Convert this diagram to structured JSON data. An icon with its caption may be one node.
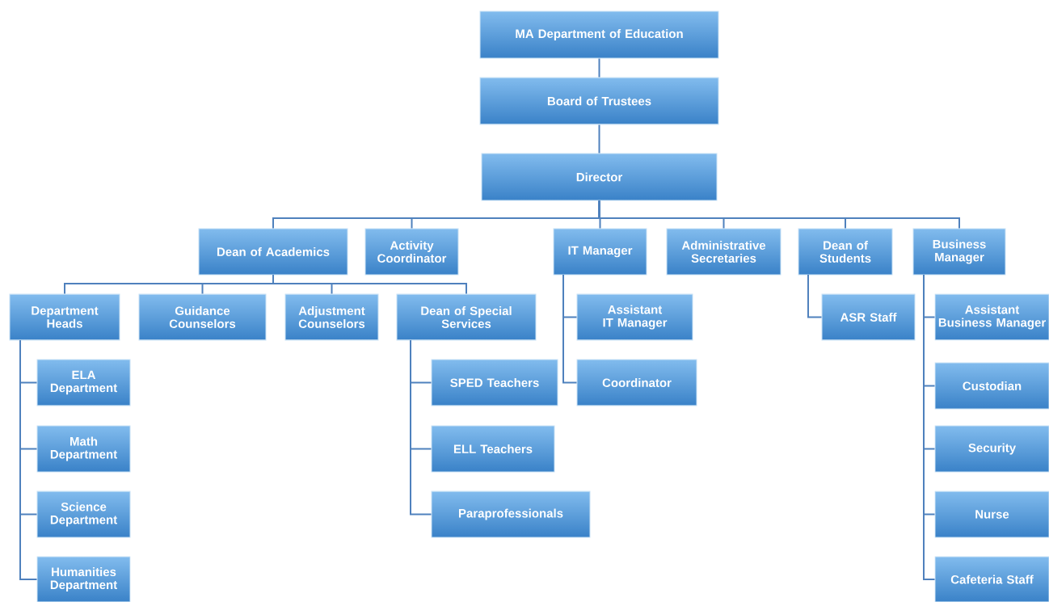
{
  "diagram": {
    "nodes": [
      {
        "text": [
          "MA Department of Education"
        ]
      },
      {
        "text": [
          "Board of Trustees"
        ]
      },
      {
        "text": [
          "Director"
        ]
      },
      {
        "text": [
          "Dean of Academics"
        ]
      },
      {
        "text": [
          "Activity Coordinator"
        ]
      },
      {
        "text": [
          "IT Manager"
        ]
      },
      {
        "text": [
          "Administrative Secretaries"
        ]
      },
      {
        "text": [
          "Dean of Students"
        ]
      },
      {
        "text": [
          "Business Manager"
        ]
      },
      {
        "text": [
          "Department Heads"
        ]
      },
      {
        "text": [
          "Guidance Counselors"
        ]
      },
      {
        "text": [
          "Adjustment Counselors"
        ]
      },
      {
        "text": [
          "Dean of Special Services"
        ]
      },
      {
        "text": [
          "ELA Department"
        ]
      },
      {
        "text": [
          "Math Department"
        ]
      },
      {
        "text": [
          "Science Department"
        ]
      },
      {
        "text": [
          "Humanities Department"
        ]
      },
      {
        "text": [
          "SPED Teachers"
        ]
      },
      {
        "text": [
          "ELL Teachers"
        ]
      },
      {
        "text": [
          "Paraprofessionals"
        ]
      },
      {
        "text": [
          "Assistant IT Manager"
        ]
      },
      {
        "text": [
          "Coordinator"
        ]
      },
      {
        "text": [
          "ASR Staff"
        ]
      },
      {
        "text": [
          "Assistant Business Manager"
        ]
      },
      {
        "text": [
          "Custodian"
        ]
      },
      {
        "text": [
          "Security"
        ]
      },
      {
        "text": [
          "Nurse"
        ]
      },
      {
        "text": [
          "Cafeteria Staff"
        ]
      }
    ],
    "edges": [
      {
        "from": 0,
        "to": 1,
        "arrow": "none"
      },
      {
        "from": 1,
        "to": 2,
        "arrow": "none"
      },
      {
        "from": 2,
        "to": 3,
        "arrow": "none"
      },
      {
        "from": 2,
        "to": 4,
        "arrow": "none"
      },
      {
        "from": 2,
        "to": 5,
        "arrow": "none"
      },
      {
        "from": 2,
        "to": 6,
        "arrow": "none"
      },
      {
        "from": 2,
        "to": 7,
        "arrow": "none"
      },
      {
        "from": 2,
        "to": 8,
        "arrow": "none"
      },
      {
        "from": 3,
        "to": 9,
        "arrow": "none"
      },
      {
        "from": 3,
        "to": 10,
        "arrow": "none"
      },
      {
        "from": 3,
        "to": 11,
        "arrow": "none"
      },
      {
        "from": 3,
        "to": 12,
        "arrow": "none"
      },
      {
        "from": 9,
        "to": 13,
        "arrow": "none"
      },
      {
        "from": 9,
        "to": 14,
        "arrow": "none"
      },
      {
        "from": 9,
        "to": 15,
        "arrow": "none"
      },
      {
        "from": 9,
        "to": 16,
        "arrow": "none"
      },
      {
        "from": 12,
        "to": 17,
        "arrow": "none"
      },
      {
        "from": 12,
        "to": 18,
        "arrow": "none"
      },
      {
        "from": 12,
        "to": 19,
        "arrow": "none"
      },
      {
        "from": 5,
        "to": 20,
        "arrow": "none"
      },
      {
        "from": 5,
        "to": 21,
        "arrow": "none"
      },
      {
        "from": 7,
        "to": 22,
        "arrow": "none"
      },
      {
        "from": 8,
        "to": 23,
        "arrow": "none"
      },
      {
        "from": 8,
        "to": 24,
        "arrow": "none"
      },
      {
        "from": 8,
        "to": 25,
        "arrow": "none"
      },
      {
        "from": 8,
        "to": 26,
        "arrow": "none"
      },
      {
        "from": 8,
        "to": 27,
        "arrow": "none"
      }
    ]
  }
}
